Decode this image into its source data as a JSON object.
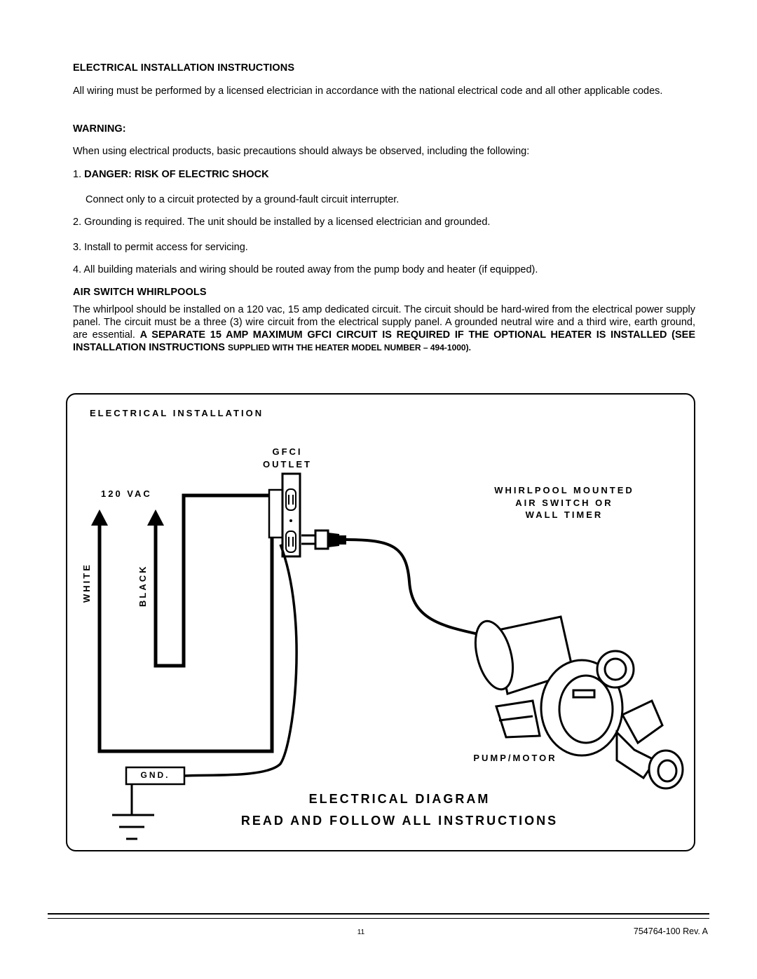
{
  "section1": {
    "heading": "ELECTRICAL INSTALLATION INSTRUCTIONS",
    "intro": "All wiring must be performed by a licensed electrician in accordance with the national electrical code and all other applicable codes."
  },
  "warning": {
    "heading": "WARNING:",
    "intro": "When using electrical products, basic precautions should always be observed, including the following:",
    "item1_num": "1.",
    "item1_title": "DANGER:  RISK OF ELECTRIC SHOCK",
    "item1_text": "Connect only to a circuit protected by a ground-fault circuit interrupter.",
    "item2": "2. Grounding is required.  The unit should be installed by a licensed electrician and grounded.",
    "item3": "3. Install to permit access for servicing.",
    "item4": "4. All building materials and wiring should be routed away from the pump body and heater (if equipped)."
  },
  "air_switch": {
    "heading": "AIR SWITCH WHIRLPOOLS",
    "text": "The whirlpool should be installed on a 120 vac, 15 amp dedicated circuit.  The circuit should be hard-wired from the electrical power supply panel.  The circuit must be a three (3) wire circuit from the electrical supply panel.  A grounded neutral wire and a third wire, earth ground, are essential.",
    "bold1": "A SEPARATE 15 AMP MAXIMUM GFCI CIRCUIT IS REQUIRED IF THE OPTIONAL HEATER IS INSTALLED (SEE INSTALLATION INSTRUCTIONS",
    "bold_small": "SUPPLIED WITH THE HEATER MODEL NUMBER – 494-1000)."
  },
  "diagram": {
    "title": "ELECTRICAL INSTALLATION",
    "gfci_line1": "GFCI",
    "gfci_line2": "OUTLET",
    "vac": "120 VAC",
    "white": "WHITE",
    "black": "BLACK",
    "whirlpool_line1": "WHIRLPOOL MOUNTED",
    "whirlpool_line2": "AIR SWITCH OR",
    "whirlpool_line3": "WALL TIMER",
    "pump": "PUMP/MOTOR",
    "gnd": "GND.",
    "caption1": "ELECTRICAL DIAGRAM",
    "caption2": "READ AND FOLLOW ALL INSTRUCTIONS"
  },
  "footer": {
    "page_number": "11",
    "doc_number": "754764-100 Rev. A"
  }
}
